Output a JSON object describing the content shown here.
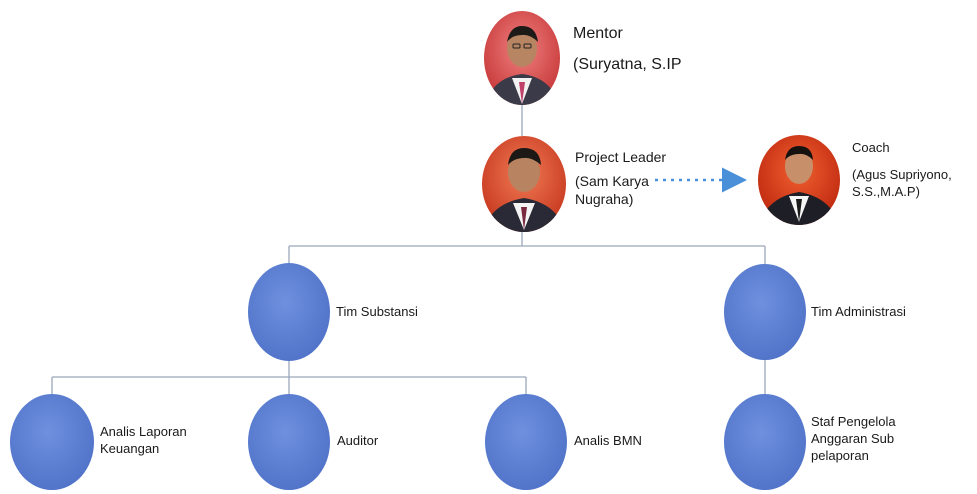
{
  "diagram": {
    "mentor": {
      "role": "Mentor",
      "name": "(Suryatna, S.IP"
    },
    "project_leader": {
      "role": "Project Leader",
      "name_line1": "(Sam Karya",
      "name_line2": "Nugraha)"
    },
    "coach": {
      "role": "Coach",
      "name_line1": "(Agus Supriyono,",
      "name_line2": "S.S.,M.A.P)"
    },
    "teams": {
      "substansi": "Tim Substansi",
      "administrasi": "Tim Administrasi"
    },
    "members": {
      "analis_laporan_line1": "Analis Laporan",
      "analis_laporan_line2": "Keuangan",
      "auditor": "Auditor",
      "analis_bmn": "Analis BMN",
      "staf_line1": "Staf Pengelola",
      "staf_line2": "Anggaran Sub",
      "staf_line3": "pelaporan"
    },
    "colors": {
      "node_fill": "#5b7fd3",
      "connector": "#9aa8bb",
      "arrow": "#4a90d9",
      "photo_bg_mentor": "#d64a4a",
      "photo_bg_leader": "#d8452b",
      "photo_bg_coach": "#d23a1c"
    }
  }
}
